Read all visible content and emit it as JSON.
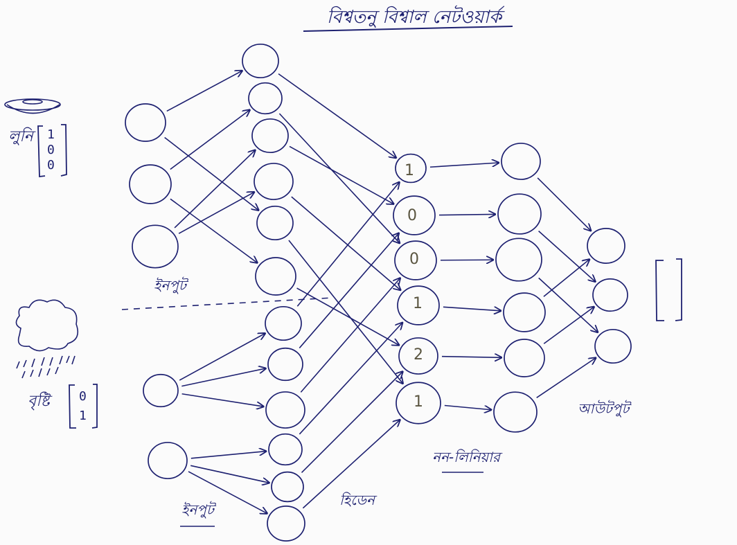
{
  "title": "বিশ্বতনু বিশ্বাল নেটওয়ার্ক",
  "labels": {
    "salt": "লুনি",
    "rain": "বৃষ্টি",
    "input_top": "ইনপুট",
    "input_bottom": "ইনপুট",
    "hidden1": "হিডেন",
    "nonlinear": "নন-লিনিয়ার",
    "output": "আউটপুট"
  },
  "salt_vector": [
    "1",
    "0",
    "0"
  ],
  "rain_vector": [
    "0",
    "1"
  ],
  "middle_values": [
    "1",
    "0",
    "0",
    "1",
    "2",
    "1"
  ],
  "colors": {
    "ink": "#1d2070",
    "pencil": "#5a5540",
    "paper": "#fbfbfb"
  },
  "icons": [
    "bowl-icon",
    "rain-cloud-icon"
  ]
}
